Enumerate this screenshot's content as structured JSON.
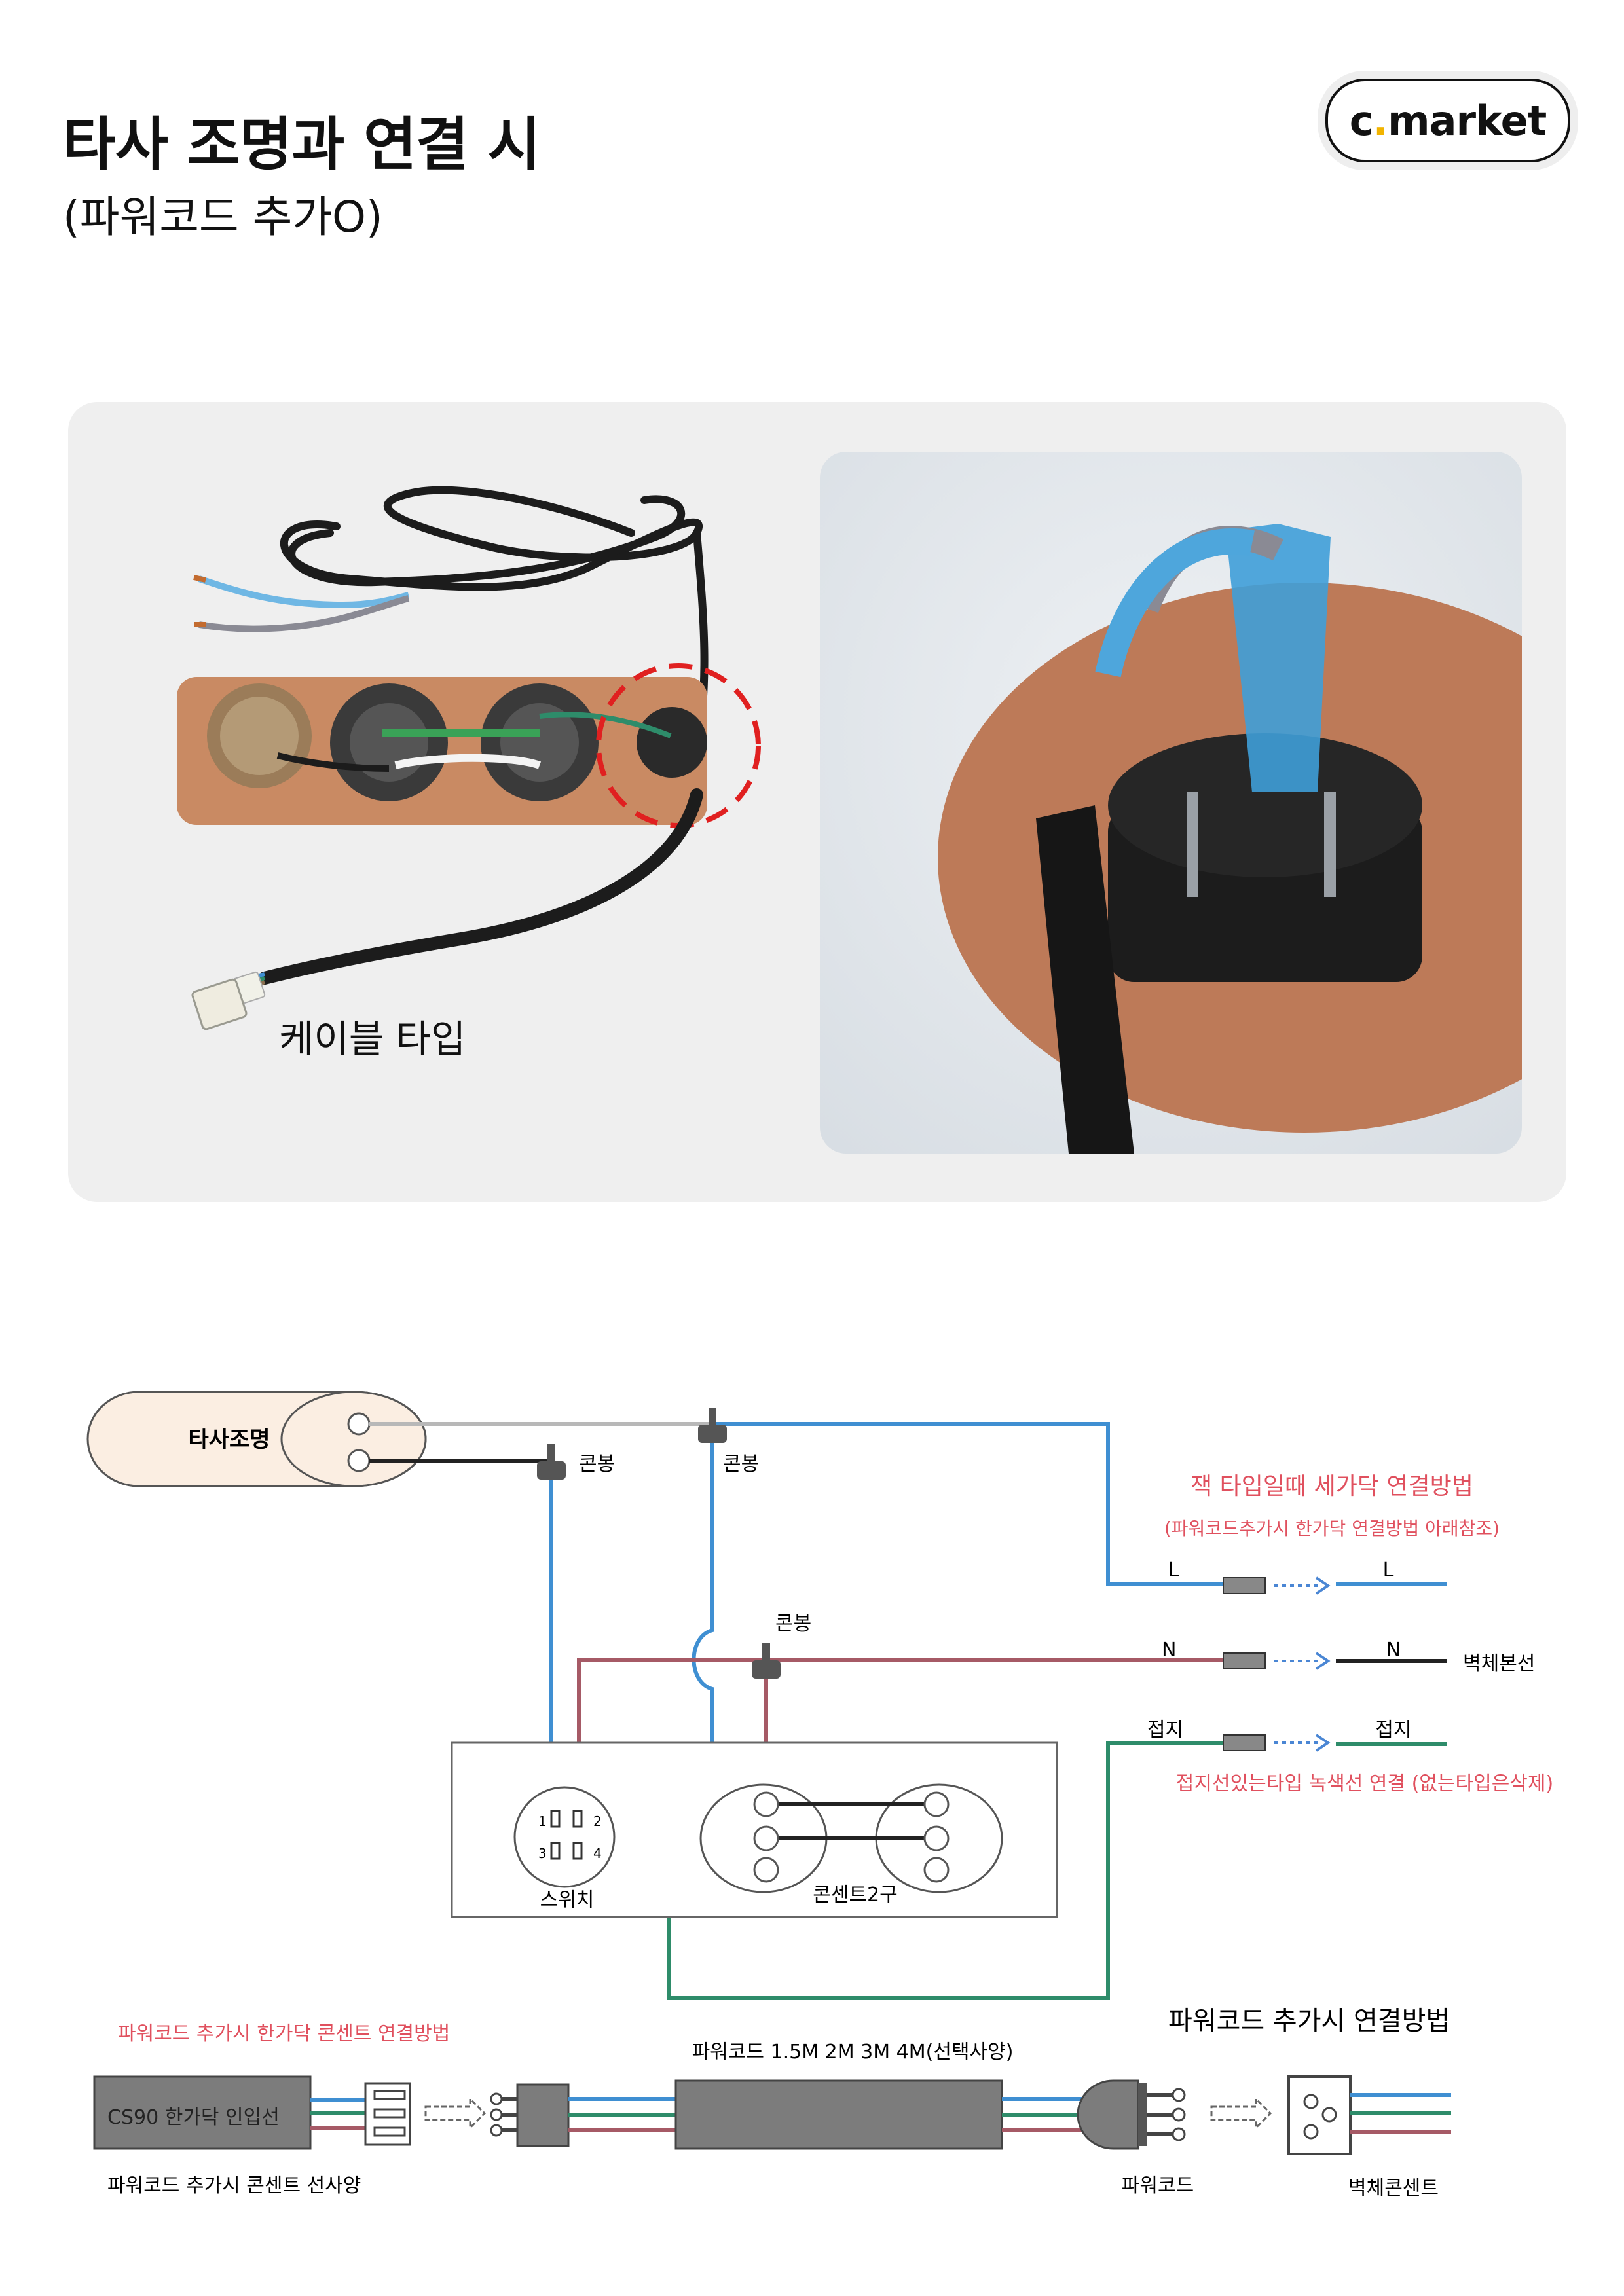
{
  "header": {
    "title": "타사 조명과 연결 시",
    "subtitle": "(파워코드 추가O)",
    "logo_prefix": "c",
    "logo_dot": ".",
    "logo_suffix": "market"
  },
  "photo": {
    "cable_type_label": "케이블 타입"
  },
  "diagram": {
    "fixture_label": "타사조명",
    "connector_labels": [
      "콘봉",
      "콘봉",
      "콘봉"
    ],
    "jack_note_title": "잭 타입일때 세가닥 연결방법",
    "jack_note_sub": "(파워코드추가시 한가닥 연결방법 아래참조)",
    "line_L_left": "L",
    "line_L_right": "L",
    "line_N_left": "N",
    "line_N_right": "N",
    "line_G_left": "접지",
    "line_G_right": "접지",
    "wall_main_label": "벽체본선",
    "ground_note": "접지선있는타입 녹색선 연결 (없는타입은삭제)",
    "switch_label": "스위치",
    "switch_terminals": [
      "1",
      "2",
      "3",
      "4"
    ],
    "outlet_label": "콘센트2구",
    "bottom_note_red": "파워코드 추가시 한가닥 콘센트 연결방법",
    "inlet_label": "CS90 한가닥 인입선",
    "inlet_caption": "파워코드 추가시 콘센트 선사양",
    "powercord_spec": "파워코드 1.5M 2M 3M 4M(선택사양)",
    "powercord_heading": "파워코드 추가시 연결방법",
    "powercord_caption": "파워코드",
    "wall_outlet_caption": "벽체콘센트"
  },
  "colors": {
    "blue_wire": "#3f8fd2",
    "brown_wire": "#a65a66",
    "green_wire": "#2e8c6a",
    "black_wire": "#222222",
    "red_text": "#e0505e",
    "copper_plate": "#c98a63"
  }
}
